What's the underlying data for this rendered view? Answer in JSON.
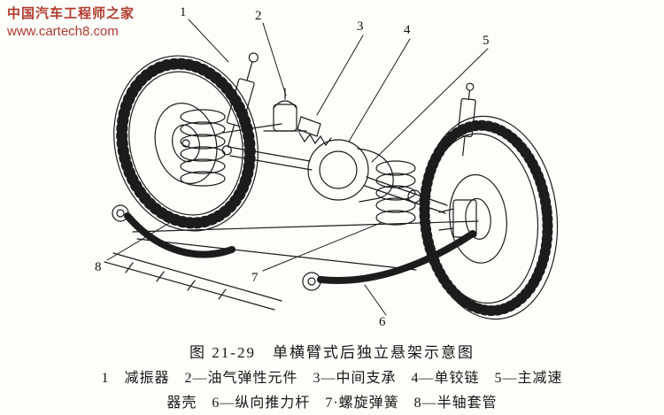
{
  "watermark": {
    "site_name": "中国汽车工程师之家",
    "site_url": "www.cartech8.com",
    "color": "#b03a2e"
  },
  "diagram": {
    "labels": [
      "1",
      "2",
      "3",
      "4",
      "5",
      "6",
      "7",
      "8"
    ],
    "parts": [
      {
        "num": "1",
        "name": "减振器"
      },
      {
        "num": "2",
        "name": "油气弹性元件"
      },
      {
        "num": "3",
        "name": "中间支承"
      },
      {
        "num": "4",
        "name": "单铰链"
      },
      {
        "num": "5",
        "name": "主减速器壳"
      },
      {
        "num": "6",
        "name": "纵向推力杆"
      },
      {
        "num": "7",
        "name": "螺旋弹簧"
      },
      {
        "num": "8",
        "name": "半轴套管"
      }
    ]
  },
  "figure": {
    "caption": "图 21-29　单横臂式后独立悬架示意图",
    "legend_line1": "1　减振器　2—油气弹性元件　3—中间支承　4—单铰链　5—主减速",
    "legend_line2": "器壳　6—纵向推力杆　7·螺旋弹簧　8—半轴套管"
  }
}
